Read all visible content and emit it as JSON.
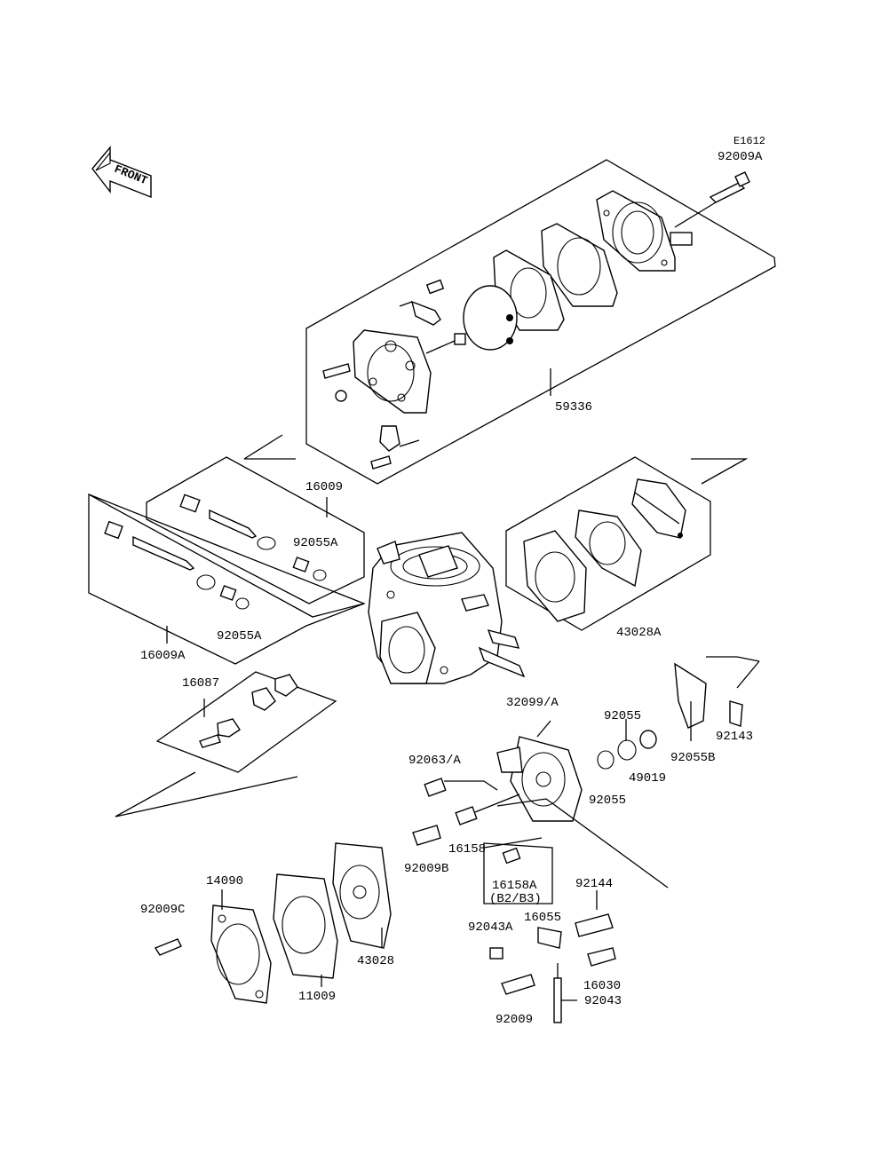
{
  "diagram_code": "E1612",
  "front_label": "FRONT",
  "labels": {
    "p92009A": "92009A",
    "p59336": "59336",
    "p16009": "16009",
    "p92055A_1": "92055A",
    "p92055A_2": "92055A",
    "p16009A": "16009A",
    "p43028A": "43028A",
    "p16087": "16087",
    "p32099A": "32099/A",
    "p92055_1": "92055",
    "p92143": "92143",
    "p92063A": "92063/A",
    "p92055B": "92055B",
    "p49019": "49019",
    "p92055_2": "92055",
    "p16158": "16158",
    "p92009B": "92009B",
    "p16158A": "16158A",
    "p16158A_note": "(B2/B3)",
    "p14090": "14090",
    "p92144": "92144",
    "p92009C": "92009C",
    "p16055": "16055",
    "p92043A": "92043A",
    "p43028": "43028",
    "p11009": "11009",
    "p16030": "16030",
    "p92043": "92043",
    "p92009": "92009"
  }
}
